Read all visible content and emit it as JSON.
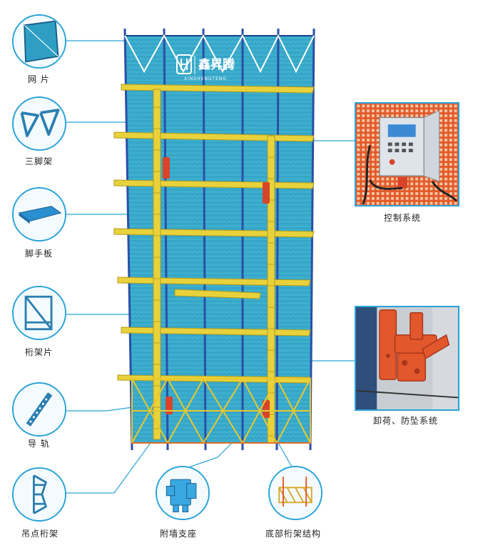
{
  "brand": {
    "name": "鑫昇腾",
    "sub": "XINSHENGTENG"
  },
  "components": [
    {
      "id": "mesh",
      "label": "网 片",
      "icon": "mesh-panel-icon"
    },
    {
      "id": "tripod",
      "label": "三脚架",
      "icon": "tripod-icon"
    },
    {
      "id": "board",
      "label": "脚手板",
      "icon": "scaffold-board-icon"
    },
    {
      "id": "truss",
      "label": "桁架片",
      "icon": "truss-panel-icon"
    },
    {
      "id": "rail",
      "label": "导 轨",
      "icon": "guide-rail-icon"
    },
    {
      "id": "hang",
      "label": "吊点桁架",
      "icon": "hanging-truss-icon"
    },
    {
      "id": "wallsupport",
      "label": "附墙支座",
      "icon": "wall-support-icon"
    },
    {
      "id": "base",
      "label": "底部桁架结构",
      "icon": "bottom-truss-icon"
    },
    {
      "id": "control",
      "label": "控制系统",
      "icon": "control-box-icon"
    },
    {
      "id": "antifall",
      "label": "卸荷、防坠系统",
      "icon": "anti-fall-device-icon"
    }
  ],
  "colors": {
    "accent": "#2aa3d8",
    "mesh": "#2f9ec4",
    "frame": "#2b4fa8",
    "yellow": "#e8d23c",
    "orange": "#e2572b"
  }
}
